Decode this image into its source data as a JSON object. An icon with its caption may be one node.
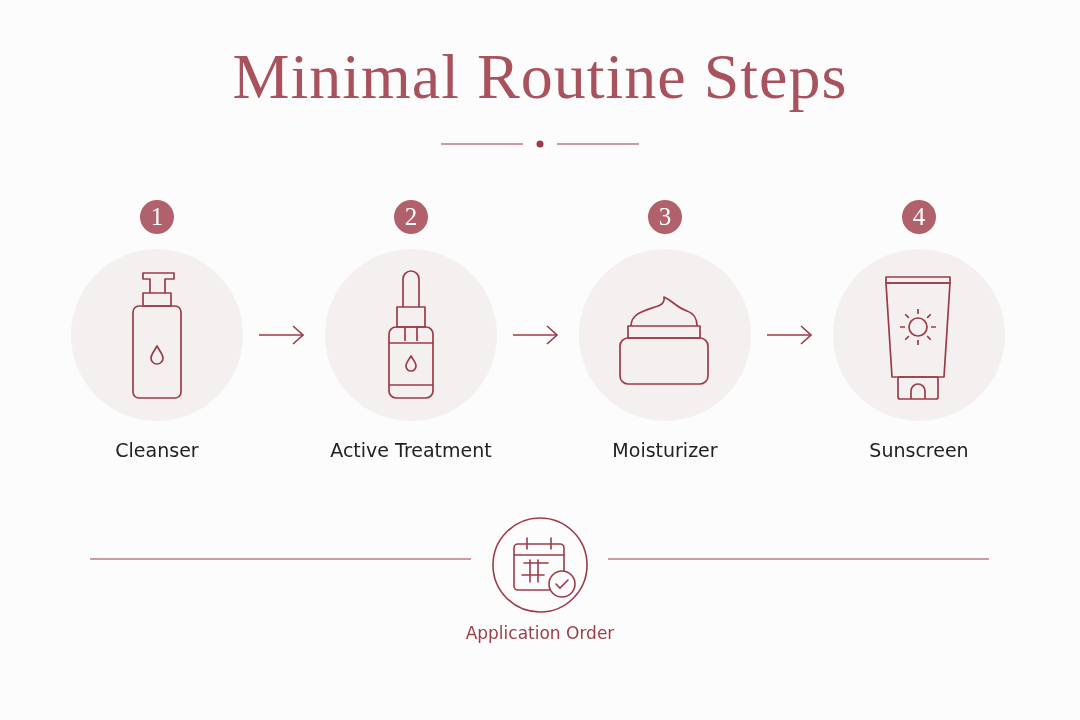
{
  "diagram": {
    "title": "Minimal Routine Steps",
    "nodes": [
      {
        "text": [
          "Cleanser"
        ],
        "beside": [
          "1"
        ]
      },
      {
        "text": [
          "Active Treatment"
        ],
        "beside": [
          "2"
        ]
      },
      {
        "text": [
          "Moisturizer"
        ],
        "beside": [
          "3"
        ]
      },
      {
        "text": [
          "Sunscreen"
        ],
        "beside": [
          "4"
        ]
      }
    ],
    "edges": [
      {
        "from": 0,
        "to": 1,
        "arrow": "to"
      },
      {
        "from": 1,
        "to": 2,
        "arrow": "to"
      },
      {
        "from": 2,
        "to": 3,
        "arrow": "to"
      }
    ],
    "labels": [
      "Application Order"
    ]
  }
}
